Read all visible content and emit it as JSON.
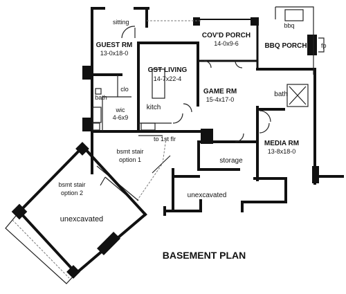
{
  "plan": {
    "title": "BASEMENT PLAN",
    "rooms": {
      "sitting": "sitting",
      "guest_name": "GUEST RM",
      "guest_dim": "13-0x18-0",
      "covd_name": "COV'D PORCH",
      "covd_dim": "14-0x9-6",
      "bbq": "bbq",
      "bbq_porch": "BBQ PORCH",
      "fp": "fp",
      "gst_living_name": "GST LIVING",
      "gst_living_dim": "14-7x22-4",
      "clo": "clo",
      "bath_left": "bath",
      "kitch": "kitch",
      "wic_name": "wic",
      "wic_dim": "4-6x9",
      "game_name": "GAME RM",
      "game_dim": "15-4x17-0",
      "bath_right": "bath",
      "to_1st_flr": "to 1st flr",
      "stair1_line1": "bsmt stair",
      "stair1_line2": "option 1",
      "storage": "storage",
      "media_name": "MEDIA RM",
      "media_dim": "13-8x18-0",
      "stair2_line1": "bsmt stair",
      "stair2_line2": "option 2",
      "unexcavated_right": "unexcavated",
      "unexcavated_left": "unexcavated"
    }
  }
}
